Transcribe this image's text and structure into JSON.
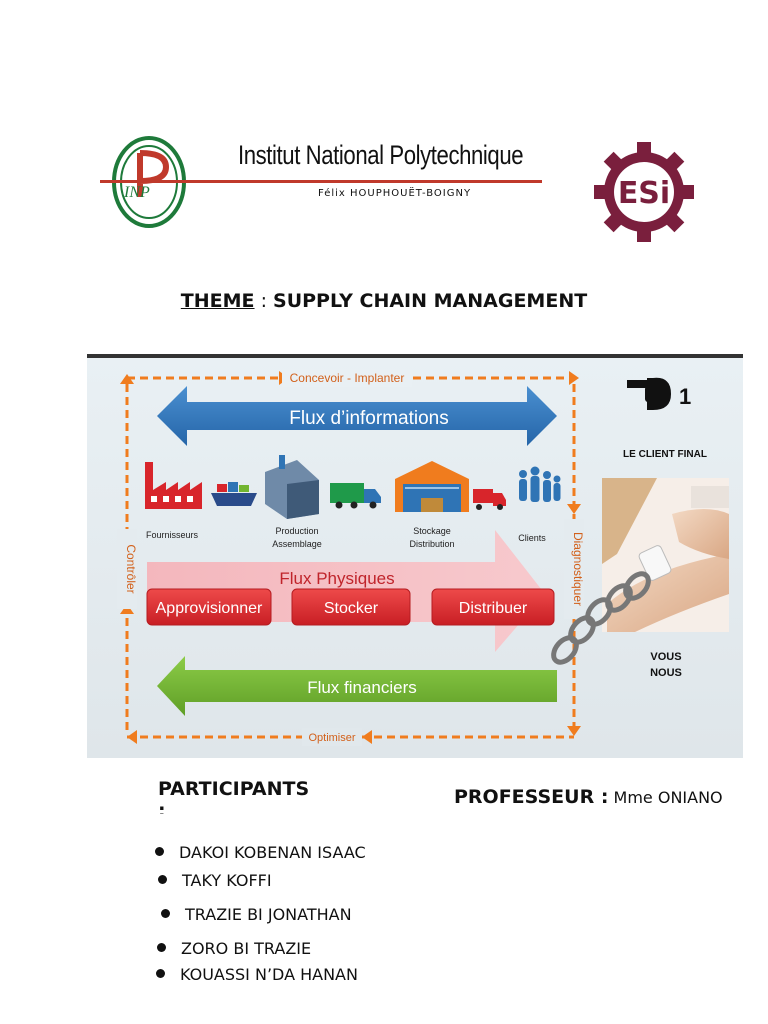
{
  "header": {
    "institution_title": "Institut National Polytechnique",
    "institution_subtitle": "Félix HOUPHOUËT-BOIGNY",
    "left_logo_text": "INP",
    "right_logo_text": "ESi",
    "colors": {
      "rule": "#c0392b",
      "inp_green": "#1e7a3a",
      "esi_maroon": "#7a1f3d"
    }
  },
  "theme": {
    "label": "THEME",
    "separator": " : ",
    "value": "SUPPLY CHAIN MANAGEMENT"
  },
  "diagram": {
    "top_loop_label": "Concevoir - Implanter",
    "bottom_loop_label": "Optimiser",
    "left_loop_label": "Contrôler",
    "right_loop_label": "Diagnostiquer",
    "info_flow": "Flux d’informations",
    "physical_flow": "Flux Physiques",
    "financial_flow": "Flux financiers",
    "actors": [
      {
        "label": "Fournisseurs",
        "icon": "factory-icon"
      },
      {
        "label": "Production\nAssemblage",
        "icon": "building-icon"
      },
      {
        "label": "Stockage\nDistribution",
        "icon": "warehouse-icon"
      },
      {
        "label": "Clients",
        "icon": "people-icon"
      }
    ],
    "actions": [
      "Approvisionner",
      "Stocker",
      "Distribuer"
    ],
    "pointer_number": "1",
    "client_label": "LE CLIENT FINAL",
    "vous_label": "VOUS",
    "nous_label": "NOUS",
    "colors": {
      "info_blue": "#2f74b5",
      "red_box": "#d8252b",
      "green_arrow": "#72b530",
      "dash_orange": "#f07c1e"
    }
  },
  "participants": {
    "title": "PARTICIPANTS",
    "title_continuation": ":",
    "members": [
      "DAKOI KOBENAN ISAAC",
      "TAKY KOFFI",
      "TRAZIE BI JONATHAN",
      "ZORO BI TRAZIE",
      "KOUASSI N’DA HANAN"
    ]
  },
  "professor": {
    "label": "PROFESSEUR :",
    "name": "Mme ONIANO"
  }
}
